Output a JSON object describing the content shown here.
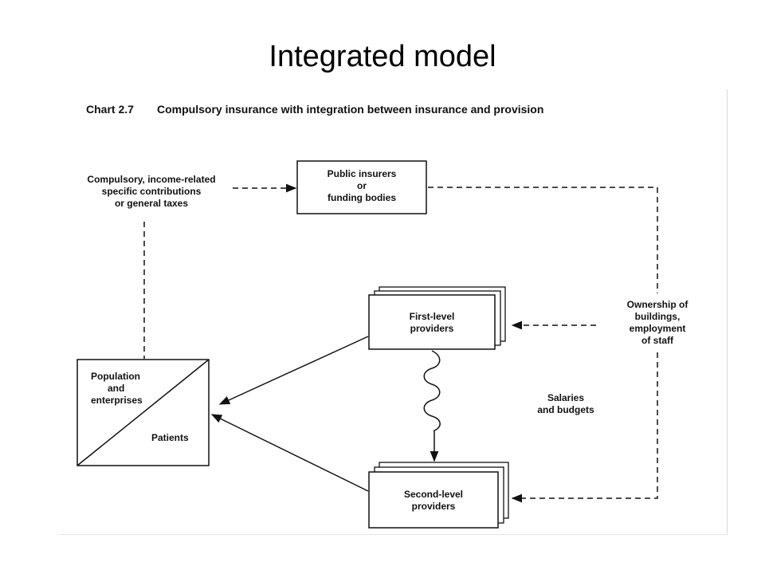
{
  "slide": {
    "title": "Integrated model"
  },
  "chart": {
    "number": "Chart 2.7",
    "heading": "Compulsory insurance with integration between insurance and provision"
  },
  "nodes": {
    "contributions": [
      "Compulsory,  income-related",
      "specific contributions",
      "or general taxes"
    ],
    "public_insurers": [
      "Public insurers",
      "or",
      "funding bodies"
    ],
    "first_level": [
      "First-level",
      "providers"
    ],
    "second_level": [
      "Second-level",
      "providers"
    ],
    "population": [
      "Population",
      "and",
      "enterprises"
    ],
    "patients": "Patients",
    "ownership": [
      "Ownership of",
      "buildings,",
      "employment",
      "of staff"
    ],
    "salaries": [
      "Salaries",
      "and budgets"
    ]
  }
}
